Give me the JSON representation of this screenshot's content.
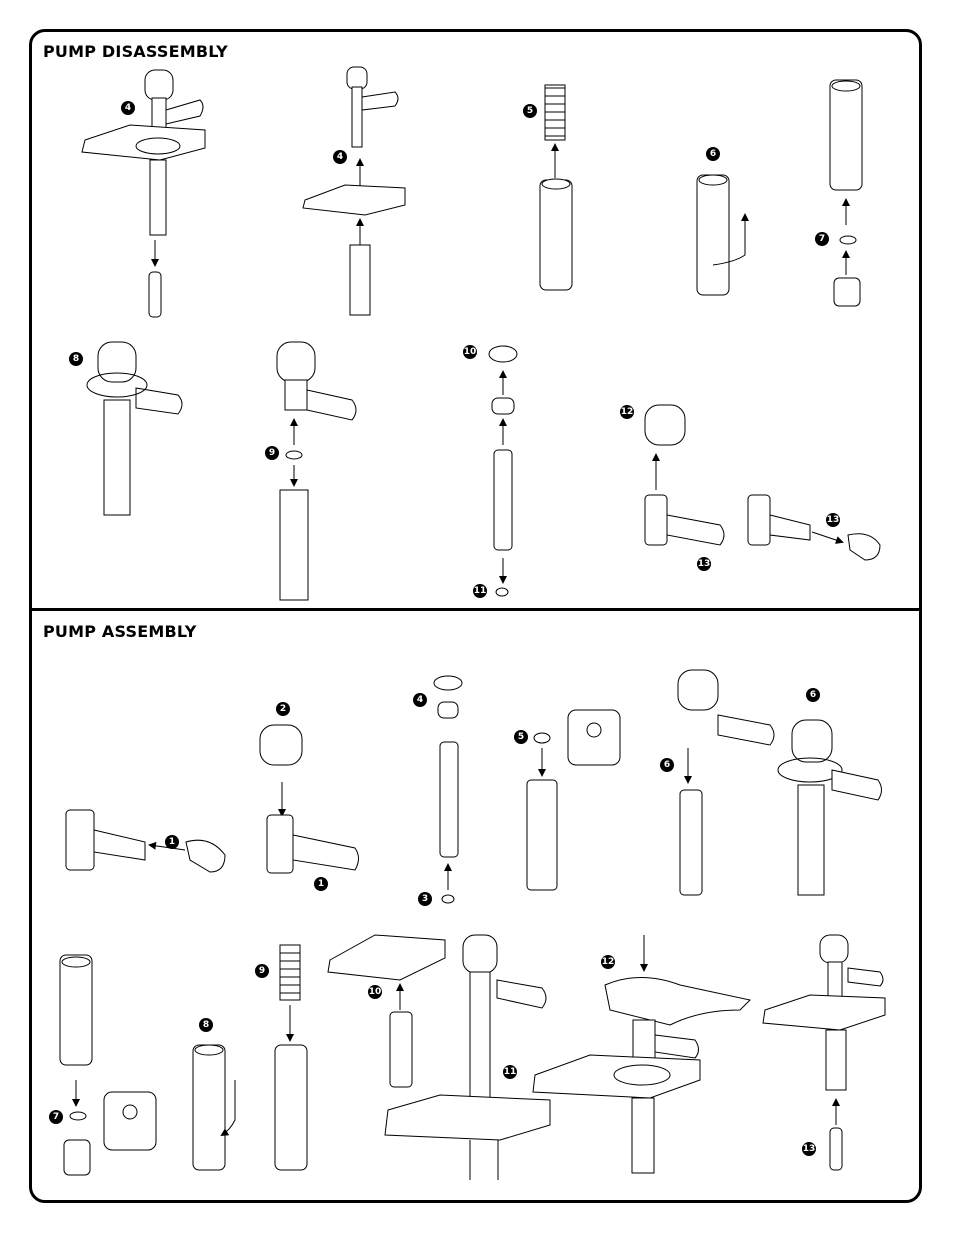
{
  "sections": {
    "disassembly": {
      "title": "PUMP DISASSEMBLY",
      "step_labels": [
        "4",
        "4",
        "5",
        "6",
        "7",
        "8",
        "9",
        "10",
        "11",
        "12",
        "13",
        "13"
      ]
    },
    "assembly": {
      "title": "PUMP ASSEMBLY",
      "step_labels": [
        "1",
        "2",
        "1",
        "4",
        "3",
        "5",
        "6",
        "6",
        "7",
        "8",
        "9",
        "10",
        "11",
        "12",
        "13"
      ]
    }
  },
  "colors": {
    "line": "#000000",
    "fill": "#ffffff"
  }
}
